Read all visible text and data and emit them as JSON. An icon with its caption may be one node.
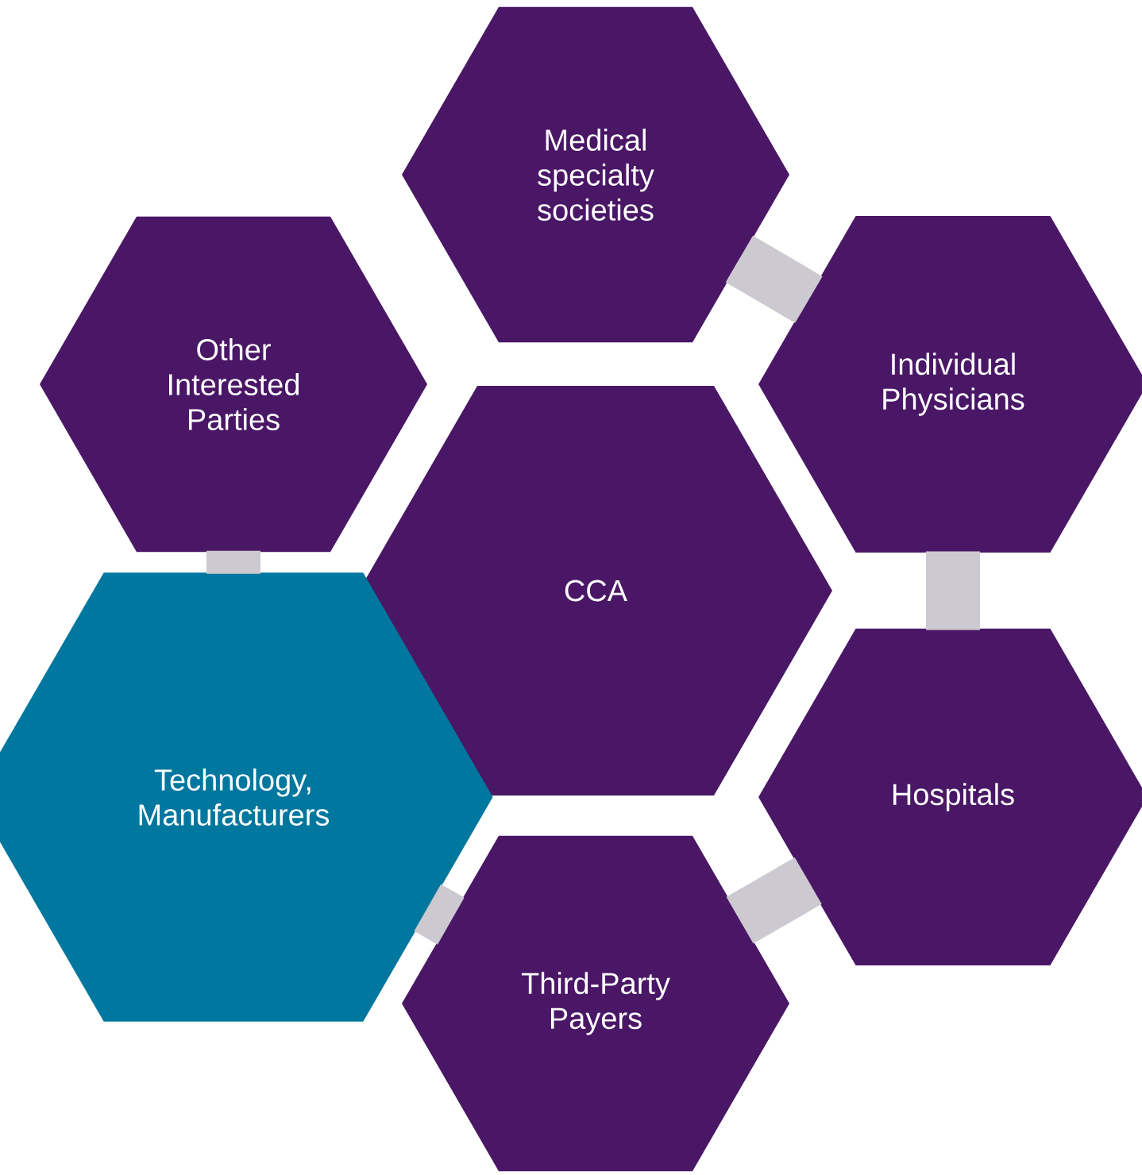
{
  "diagram": {
    "nodes": [
      {
        "text": [
          "Medical specialty societies"
        ]
      },
      {
        "text": [
          "Other Interested Parties"
        ]
      },
      {
        "text": [
          "Individual Physicians"
        ]
      },
      {
        "text": [
          "CCA"
        ]
      },
      {
        "text": [
          "Technology, Manufacturers"
        ]
      },
      {
        "text": [
          "Hospitals"
        ]
      },
      {
        "text": [
          "Third-Party Payers"
        ]
      }
    ],
    "edges": [
      {
        "from": 0,
        "to": 2,
        "arrow": "none",
        "color": "#cdc9d0"
      },
      {
        "from": 2,
        "to": 5,
        "arrow": "none",
        "color": "#cdc9d0"
      },
      {
        "from": 5,
        "to": 6,
        "arrow": "none",
        "color": "#cdc9d0"
      },
      {
        "from": 6,
        "to": 4,
        "arrow": "none",
        "color": "#cdc9d0"
      },
      {
        "from": 4,
        "to": 1,
        "arrow": "none",
        "color": "#cdc9d0"
      }
    ]
  }
}
